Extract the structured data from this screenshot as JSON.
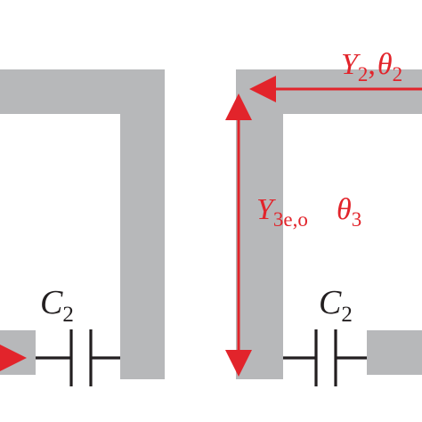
{
  "colors": {
    "trace": "#b7b8ba",
    "annotation": "#e2242b",
    "component": "#231f20",
    "background": "#ffffff"
  },
  "labels": {
    "left_capacitor": {
      "symbol": "C",
      "subscript": "2"
    },
    "right_capacitor": {
      "symbol": "C",
      "subscript": "2"
    },
    "top_admittance": {
      "symbol": "Y",
      "subscript": "2",
      "separator": ",",
      "angle_symbol": "θ",
      "angle_subscript": "2"
    },
    "side_admittance": {
      "symbol": "Y",
      "subscript": "3e,o",
      "angle_symbol": "θ",
      "angle_subscript": "3"
    }
  }
}
